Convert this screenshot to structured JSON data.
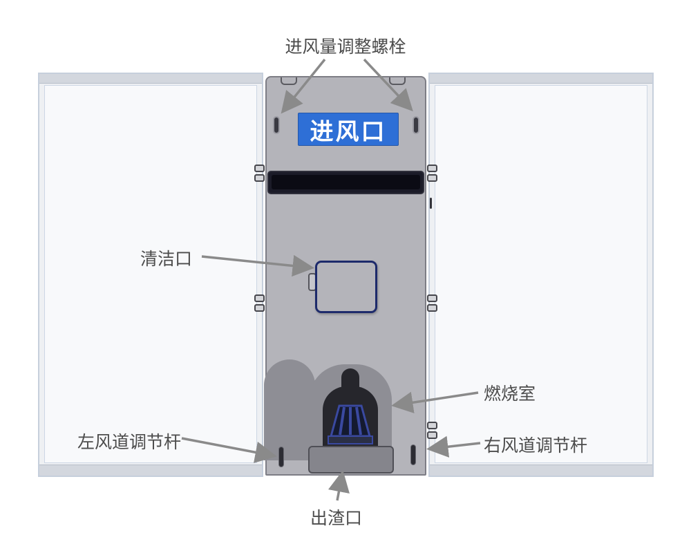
{
  "diagram": {
    "callouts": {
      "air_intake_bolts": "进风量调整螺栓",
      "cleaning_port": "清洁口",
      "combustion_chamber": "燃烧室",
      "left_duct_lever": "左风道调节杆",
      "right_duct_lever": "右风道调节杆",
      "slag_outlet": "出渣口"
    },
    "plate": {
      "air_inlet": "进风口"
    },
    "colors": {
      "air_inlet_plate": "#2e6fd6",
      "plate_text": "#ffffff",
      "callout_text": "#4c4c4c",
      "arrow": "#8a8a8a",
      "body_gray": "#b4b4ba",
      "side_panel": "#f8f9fb",
      "dark_slot": "#1b1b28",
      "door_border": "#1d2a6b"
    }
  }
}
